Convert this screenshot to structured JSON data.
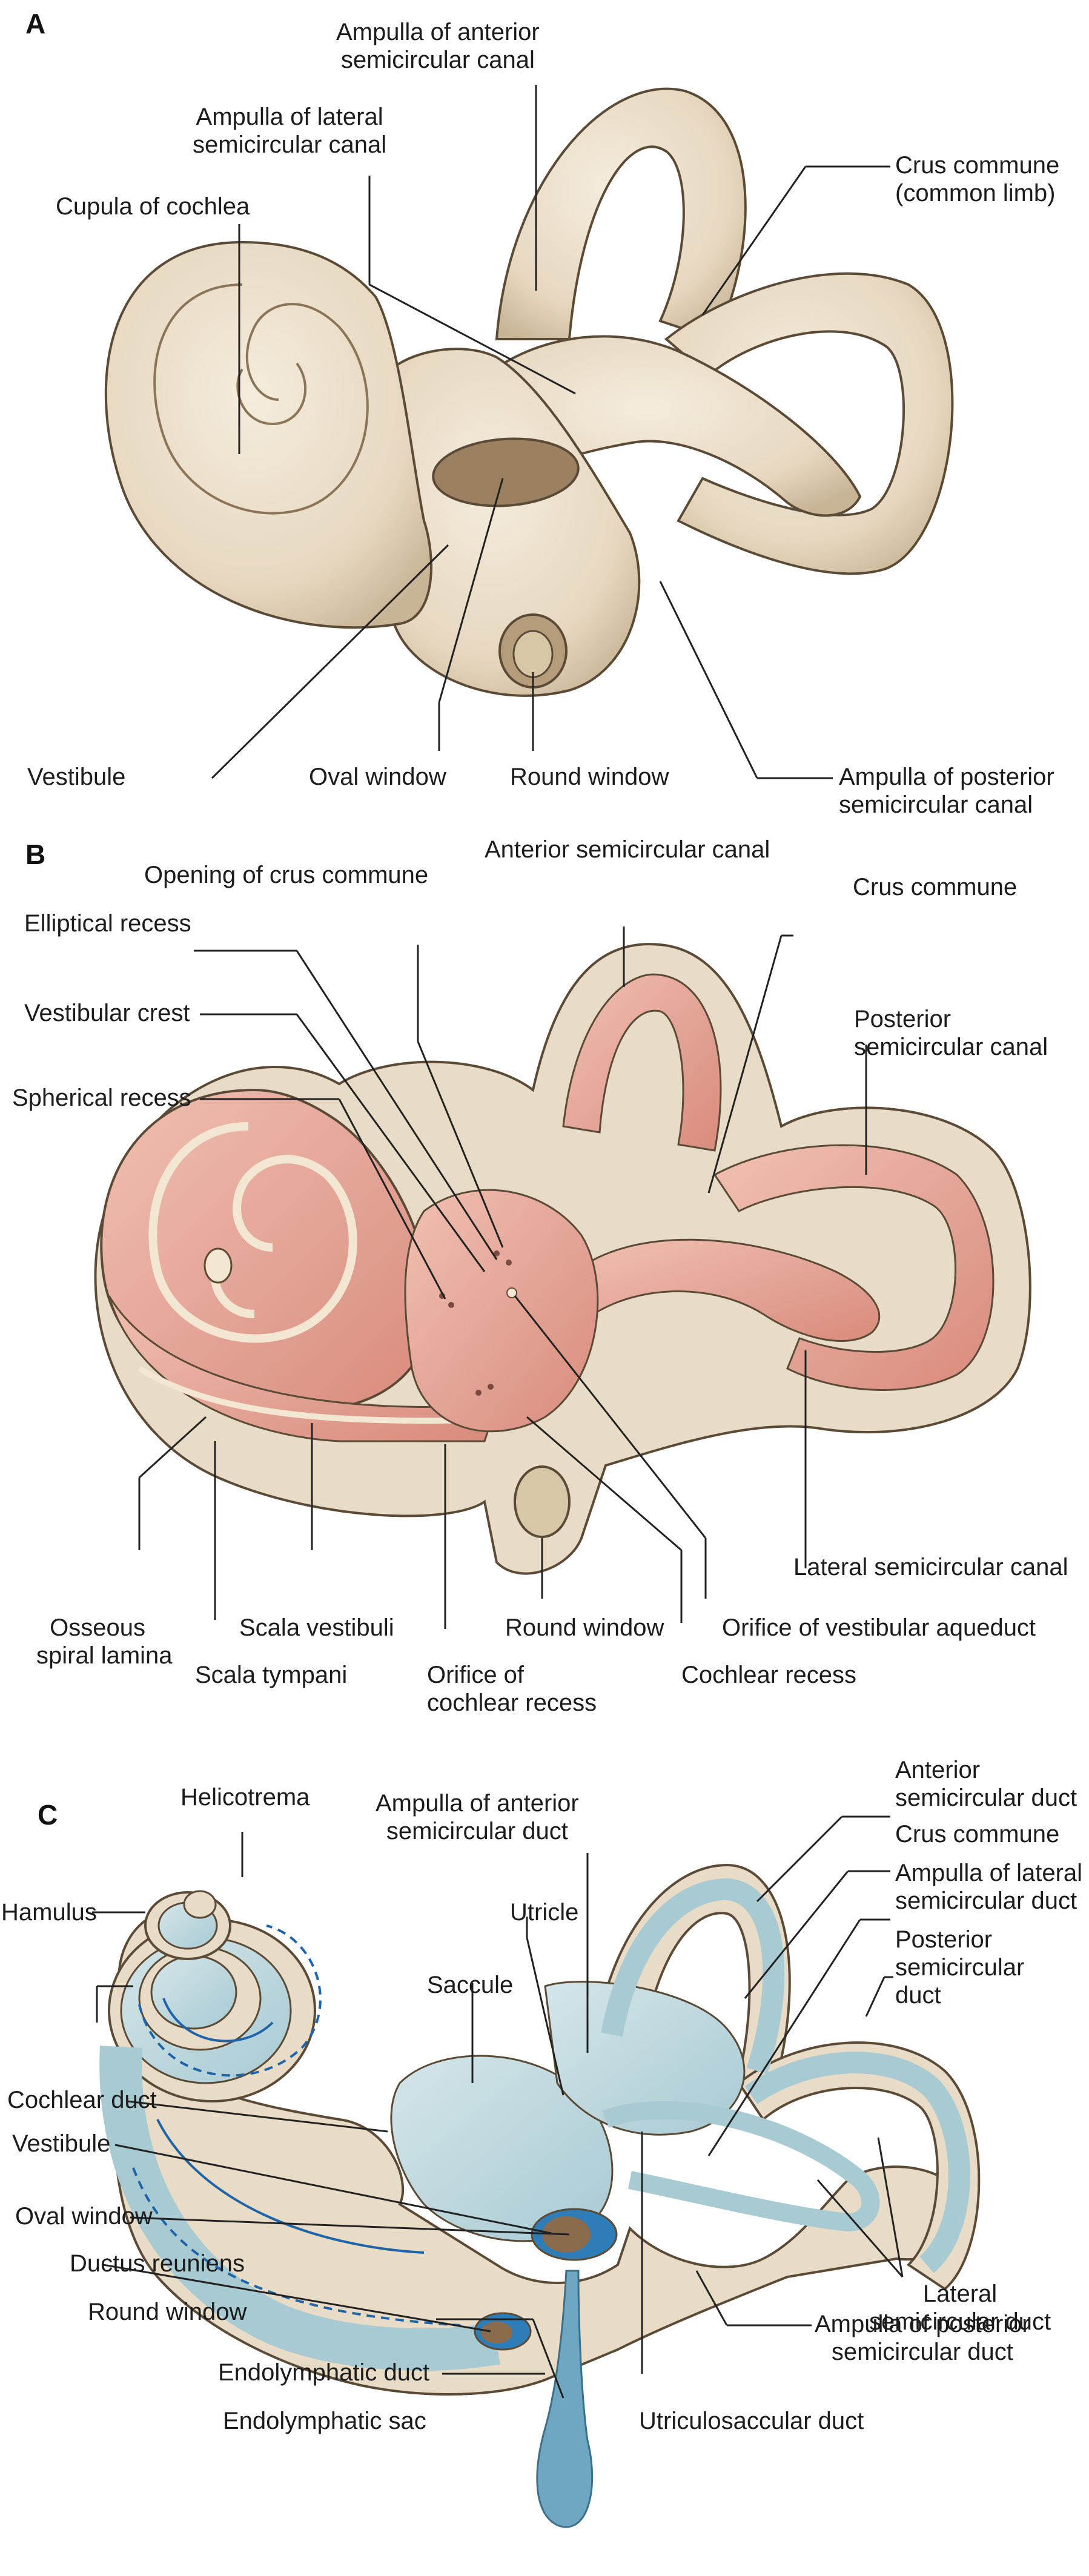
{
  "panels": [
    {
      "letter": "A",
      "labels": {
        "ampulla_anterior_canal": [
          "Ampulla of anterior",
          "semicircular canal"
        ],
        "ampulla_lateral_canal": [
          "Ampulla of lateral",
          "semicircular canal"
        ],
        "cupula_of_cochlea": "Cupula of cochlea",
        "crus_commune_common_limb": [
          "Crus commune",
          "(common limb)"
        ],
        "vestibule": "Vestibule",
        "oval_window": "Oval window",
        "round_window": "Round window",
        "ampulla_posterior_canal": [
          "Ampulla of posterior",
          "semicircular canal"
        ]
      }
    },
    {
      "letter": "B",
      "labels": {
        "opening_of_crus_commune": "Opening of crus commune",
        "anterior_semicircular_canal": "Anterior semicircular canal",
        "elliptical_recess": "Elliptical recess",
        "crus_commune": "Crus commune",
        "vestibular_crest": "Vestibular crest",
        "posterior_semicircular_canal": [
          "Posterior",
          "semicircular canal"
        ],
        "spherical_recess": "Spherical recess",
        "lateral_semicircular_canal": "Lateral semicircular canal",
        "osseous_spiral_lamina": [
          "Osseous",
          "spiral lamina"
        ],
        "scala_vestibuli": "Scala vestibuli",
        "round_window": "Round window",
        "orifice_vestibular_aqueduct": "Orifice of vestibular aqueduct",
        "scala_tympani": "Scala tympani",
        "orifice_cochlear_recess": [
          "Orifice of",
          "cochlear recess"
        ],
        "cochlear_recess": "Cochlear recess"
      }
    },
    {
      "letter": "C",
      "labels": {
        "helicotrema": "Helicotrema",
        "ampulla_anterior_duct": [
          "Ampulla of anterior",
          "semicircular duct"
        ],
        "anterior_semicircular_duct": [
          "Anterior",
          "semicircular duct"
        ],
        "crus_commune": "Crus commune",
        "hamulus": "Hamulus",
        "utricle": "Utricle",
        "ampulla_lateral_duct": [
          "Ampulla of lateral",
          "semicircular duct"
        ],
        "saccule": "Saccule",
        "posterior_semicircular_duct": [
          "Posterior",
          "semicircular",
          "duct"
        ],
        "cochlear_duct": "Cochlear duct",
        "vestibule": "Vestibule",
        "oval_window": "Oval window",
        "ductus_reuniens": "Ductus reuniens",
        "lateral_semicircular_duct": [
          "Lateral",
          "semicircular duct"
        ],
        "round_window": "Round window",
        "ampulla_posterior_duct": [
          "Ampulla of posterior",
          "semicircular duct"
        ],
        "endolymphatic_duct": "Endolymphatic duct",
        "endolymphatic_sac": "Endolymphatic sac",
        "utriculosaccular_duct": "Utriculosaccular duct"
      }
    }
  ],
  "colors": {
    "bone": "#e9dcc6",
    "bone_shadow": "#c9b596",
    "bone_outline": "#5a4a36",
    "perilymph_pink": "#e4a89a",
    "perilymph_dark": "#cf7f70",
    "endolymph_blue": "#bcd8dd",
    "endolymph_dark": "#6fa7c2",
    "arrow_blue": "#1f63a8",
    "leader": "#222222"
  }
}
